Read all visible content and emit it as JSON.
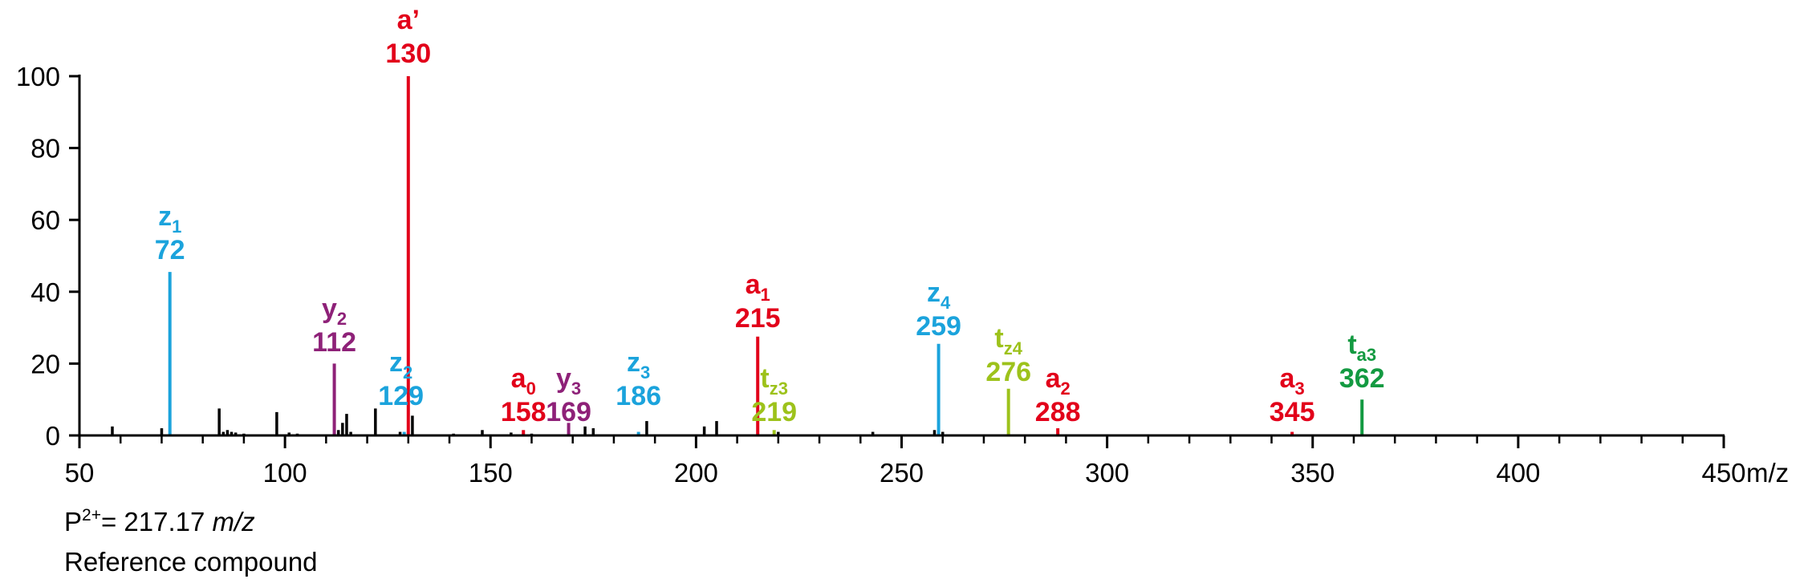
{
  "chart_data": {
    "type": "bar",
    "subtype": "mass-spectrum",
    "xlim": [
      50,
      450
    ],
    "ylim": [
      0,
      100
    ],
    "xunit": "m/z",
    "x_ticks": [
      "50",
      "100",
      "150",
      "200",
      "250",
      "300",
      "350",
      "400",
      "450"
    ],
    "y_ticks": [
      "0",
      "20",
      "40",
      "60",
      "80",
      "100"
    ],
    "colors": {
      "a": "#e2001a",
      "z": "#1ba3dc",
      "y": "#8e2178",
      "tz": "#9dc21b",
      "ta": "#139a41",
      "other": "#000000"
    },
    "labeled_peaks": [
      {
        "mz": 130,
        "intensity": 100,
        "ion": "a",
        "sub": "’",
        "series": "a",
        "color": "#e2001a"
      },
      {
        "mz": 72,
        "intensity": 45.5,
        "ion": "z",
        "sub": "1",
        "series": "z",
        "color": "#1ba3dc"
      },
      {
        "mz": 112,
        "intensity": 20,
        "ion": "y",
        "sub": "2",
        "series": "y",
        "color": "#8e2178"
      },
      {
        "mz": 129,
        "intensity": 1,
        "ion": "z",
        "sub": "2",
        "series": "z",
        "color": "#1ba3dc"
      },
      {
        "mz": 158,
        "intensity": 1.5,
        "ion": "a",
        "sub": "0",
        "series": "a",
        "color": "#e2001a"
      },
      {
        "mz": 169,
        "intensity": 3.5,
        "ion": "y",
        "sub": "3",
        "series": "y",
        "color": "#8e2178"
      },
      {
        "mz": 186,
        "intensity": 1,
        "ion": "z",
        "sub": "3",
        "series": "z",
        "color": "#1ba3dc"
      },
      {
        "mz": 215,
        "intensity": 27.5,
        "ion": "a",
        "sub": "1",
        "series": "a",
        "color": "#e2001a"
      },
      {
        "mz": 219,
        "intensity": 1.5,
        "ion": "t",
        "sub": "z3",
        "series": "tz",
        "color": "#9dc21b"
      },
      {
        "mz": 259,
        "intensity": 25.5,
        "ion": "z",
        "sub": "4",
        "series": "z",
        "color": "#1ba3dc"
      },
      {
        "mz": 276,
        "intensity": 13,
        "ion": "t",
        "sub": "z4",
        "series": "tz",
        "color": "#9dc21b"
      },
      {
        "mz": 288,
        "intensity": 2,
        "ion": "a",
        "sub": "2",
        "series": "a",
        "color": "#e2001a"
      },
      {
        "mz": 345,
        "intensity": 1,
        "ion": "a",
        "sub": "3",
        "series": "a",
        "color": "#e2001a"
      },
      {
        "mz": 362,
        "intensity": 10,
        "ion": "t",
        "sub": "a3",
        "series": "ta",
        "color": "#139a41"
      }
    ],
    "unlabeled_peaks": [
      {
        "mz": 58,
        "intensity": 2.5
      },
      {
        "mz": 70,
        "intensity": 2
      },
      {
        "mz": 84,
        "intensity": 7.5
      },
      {
        "mz": 85,
        "intensity": 1
      },
      {
        "mz": 86,
        "intensity": 1.5
      },
      {
        "mz": 87,
        "intensity": 1
      },
      {
        "mz": 88,
        "intensity": 0.8
      },
      {
        "mz": 90,
        "intensity": 0.5
      },
      {
        "mz": 98,
        "intensity": 6.5
      },
      {
        "mz": 101,
        "intensity": 0.8
      },
      {
        "mz": 103,
        "intensity": 0.5
      },
      {
        "mz": 113,
        "intensity": 1.5
      },
      {
        "mz": 114,
        "intensity": 3.5
      },
      {
        "mz": 115,
        "intensity": 6
      },
      {
        "mz": 116,
        "intensity": 1
      },
      {
        "mz": 122,
        "intensity": 7.5
      },
      {
        "mz": 128,
        "intensity": 1
      },
      {
        "mz": 131,
        "intensity": 5.5
      },
      {
        "mz": 141,
        "intensity": 0.5
      },
      {
        "mz": 148,
        "intensity": 1.5
      },
      {
        "mz": 155,
        "intensity": 0.8
      },
      {
        "mz": 160,
        "intensity": 0.5
      },
      {
        "mz": 173,
        "intensity": 2.5
      },
      {
        "mz": 175,
        "intensity": 2
      },
      {
        "mz": 188,
        "intensity": 4
      },
      {
        "mz": 202,
        "intensity": 2.5
      },
      {
        "mz": 205,
        "intensity": 4
      },
      {
        "mz": 220,
        "intensity": 1
      },
      {
        "mz": 243,
        "intensity": 1
      },
      {
        "mz": 258,
        "intensity": 1.5
      },
      {
        "mz": 260,
        "intensity": 1
      }
    ]
  },
  "footnote": {
    "prefix": "P",
    "charge": "2+",
    "value": "= 217.17 ",
    "unit": "m/z",
    "caption": "Reference compound"
  }
}
